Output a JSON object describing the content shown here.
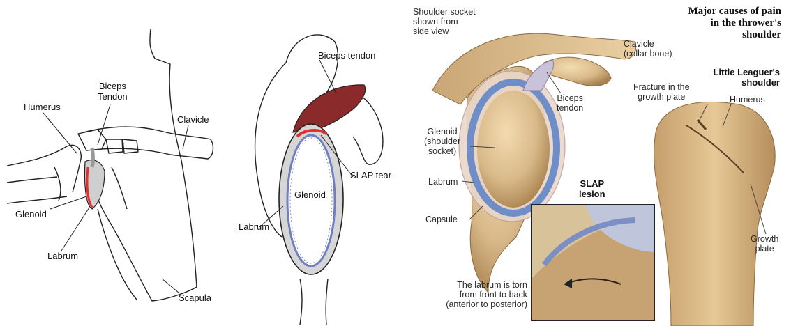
{
  "left_diagram": {
    "labels": {
      "humerus": "Humerus",
      "biceps_tendon": [
        "Biceps",
        "Tendon"
      ],
      "clavicle": "Clavicle",
      "glenoid": "Glenoid",
      "labrum": "Labrum",
      "scapula": "Scapula"
    }
  },
  "middle_diagram": {
    "labels": {
      "biceps_tendon": "Biceps tendon",
      "slap_tear": "SLAP tear",
      "glenoid": "Glenoid",
      "labrum": "Labrum"
    }
  },
  "right_illustration": {
    "title": [
      "Major causes of pain",
      "in the thrower's",
      "shoulder"
    ],
    "socket_caption": [
      "Shoulder socket",
      "shown from",
      "side view"
    ],
    "clavicle": [
      "Clavicle",
      "(collar bone)"
    ],
    "biceps_tendon": [
      "Biceps",
      "tendon"
    ],
    "glenoid": [
      "Glenoid",
      "(shoulder",
      "socket)"
    ],
    "labrum": "Labrum",
    "capsule": "Capsule",
    "slap_heading": [
      "SLAP",
      "lesion"
    ],
    "slap_caption": [
      "The labrum is torn",
      "from front to back",
      "(anterior to posterior)"
    ],
    "little_leaguer": [
      "Little Leaguer's",
      "shoulder"
    ],
    "fracture": [
      "Fracture in the",
      "growth plate"
    ],
    "humerus": "Humerus",
    "growth_plate": [
      "Growth",
      "plate"
    ]
  },
  "colors": {
    "bone": "#d9b98a",
    "bone_dark": "#a8824f",
    "tendon_red": "#8b2a2a",
    "labrum_blue": "#6f7fc0",
    "tear_red": "#e03030"
  }
}
